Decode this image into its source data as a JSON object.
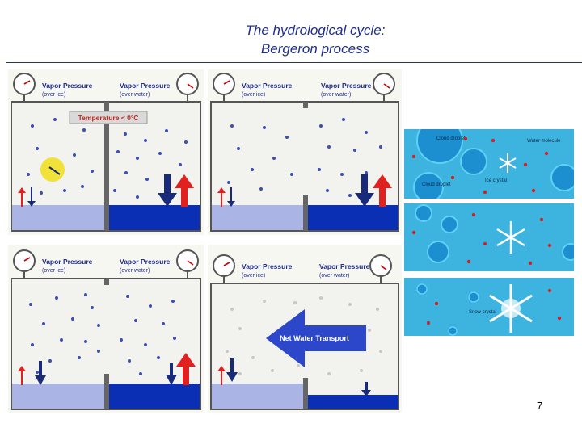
{
  "slide": {
    "title_line1": "The hydrological cycle:",
    "title_line2": "Bergeron process",
    "page_number": "7"
  },
  "panel": {
    "vp_ice_label": "Vapor Pressure",
    "vp_ice_sub": "(over ice)",
    "vp_water_label": "Vapor Pressure",
    "vp_water_sub": "(over water)",
    "temperature_label": "Temperature < 0°C",
    "transport_label": "Net Water Transport"
  },
  "crystal_panels": {
    "cloud_droplet": "Cloud droplet",
    "water_molecule": "Water molecule",
    "ice_crystal": "Ice crystal",
    "snow_crystal": "Snow crystal"
  },
  "colors": {
    "title": "#1f2d8c",
    "ice_side": "#aab5e6",
    "water_side": "#0a2fb5",
    "arrow_red": "#e0211f",
    "arrow_navy": "#1a2a7a",
    "sky": "#3db4e0"
  }
}
